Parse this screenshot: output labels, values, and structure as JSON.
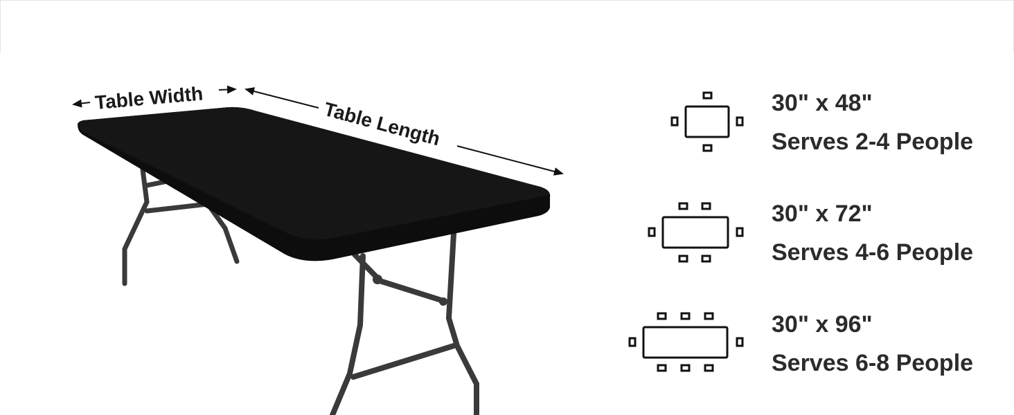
{
  "diagram_labels": {
    "width": "Table Width",
    "length": "Table Length"
  },
  "sizes": [
    {
      "dimensions": "30\" x 48\"",
      "serves": "Serves 2-4 People",
      "seats": 4
    },
    {
      "dimensions": "30\" x 72\"",
      "serves": "Serves 4-6 People",
      "seats": 6
    },
    {
      "dimensions": "30\" x 96\"",
      "serves": "Serves 6-8 People",
      "seats": 8
    }
  ],
  "colors": {
    "tablecloth": "#0d0d0d",
    "legs": "#333333",
    "text": "#2b2b2b",
    "outline": "#111111"
  }
}
